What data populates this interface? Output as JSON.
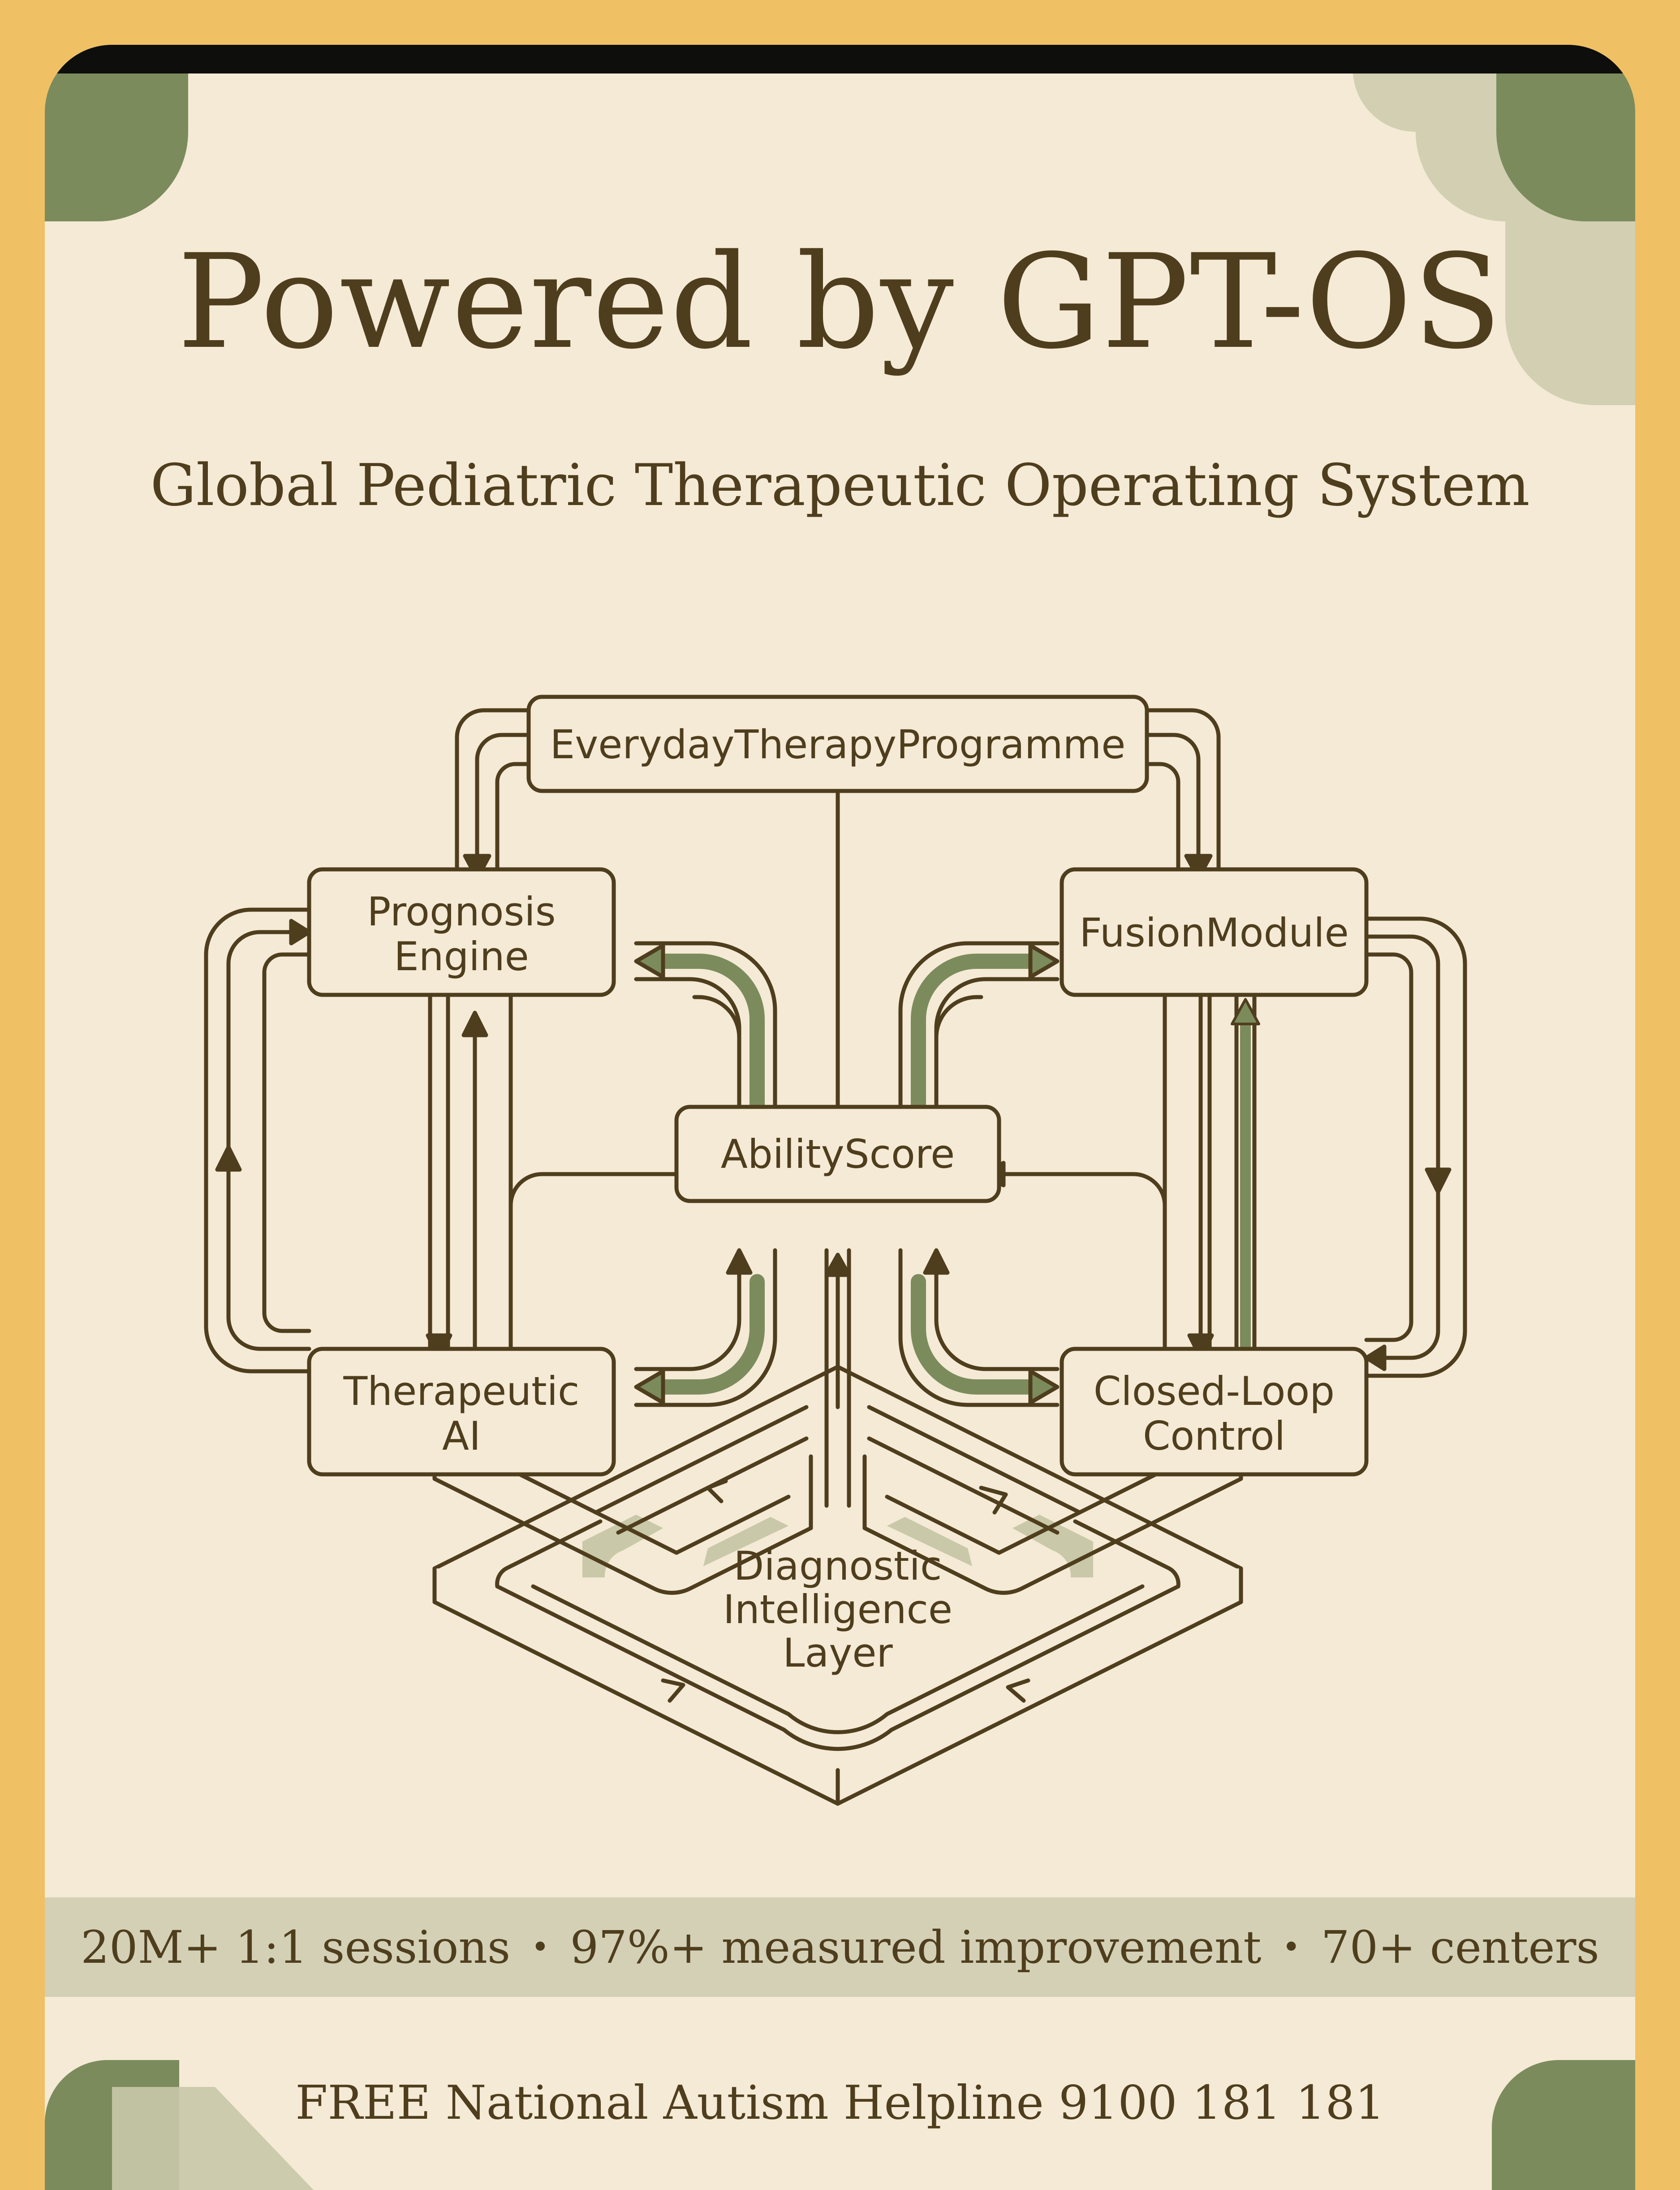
{
  "header": {
    "title": "Powered by GPT-OS",
    "subtitle": "Global Pediatric Therapeutic Operating System"
  },
  "diagram": {
    "nodes": {
      "everyday": "EverydayTherapyProgramme",
      "prognosis_line1": "Prognosis",
      "prognosis_line2": "Engine",
      "fusion": "FusionModule",
      "ability": "AbilityScore",
      "therapeutic_line1": "Therapeutic",
      "therapeutic_line2": "AI",
      "closedloop_line1": "Closed-Loop",
      "closedloop_line2": "Control",
      "diagnostic_line1": "Diagnostic",
      "diagnostic_line2": "Intelligence",
      "diagnostic_line3": "Layer"
    }
  },
  "stats": {
    "sessions": "20M+ 1:1 sessions",
    "improvement": "97%+ measured improvement",
    "centers": "70+ centers",
    "separator": "•"
  },
  "footer": {
    "helpline": "FREE National Autism Helpline 9100 181 181"
  },
  "colors": {
    "frame": "#f0c064",
    "card": "#f4ead6",
    "ink": "#4f3e1d",
    "accent_green": "#7c8b5c",
    "band": "#d3d0b6"
  }
}
